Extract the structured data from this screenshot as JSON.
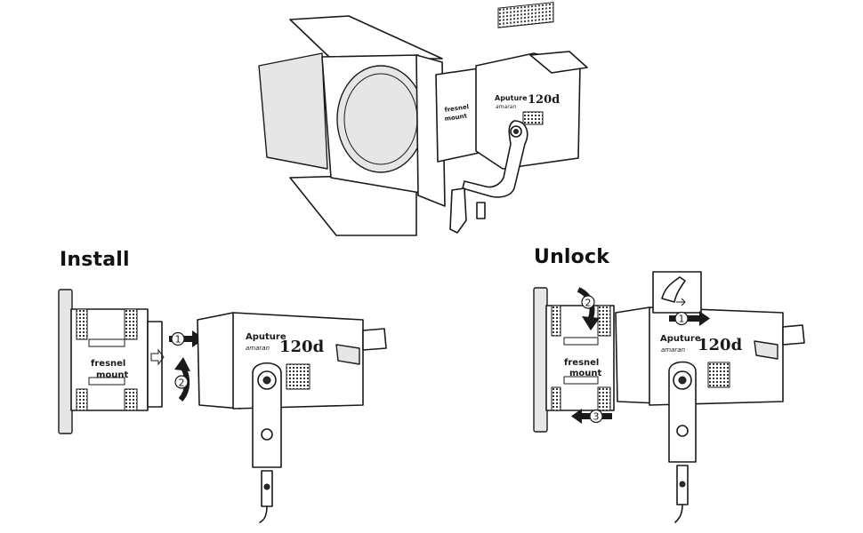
{
  "sections": {
    "install": {
      "title": "Install"
    },
    "unlock": {
      "title": "Unlock"
    }
  },
  "fixture": {
    "brand": "Aputure",
    "series": "amaran",
    "model": "120d",
    "model_suffix": "d"
  },
  "mount": {
    "label_line1": "fresnel",
    "label_line2": "mount"
  },
  "steps": {
    "install": [
      "1",
      "2"
    ],
    "unlock": [
      "1",
      "2",
      "3"
    ]
  },
  "icons": [
    "arrow-right-icon",
    "arrow-up-icon",
    "arrow-down-icon",
    "arrow-left-icon",
    "hand-press-icon"
  ]
}
